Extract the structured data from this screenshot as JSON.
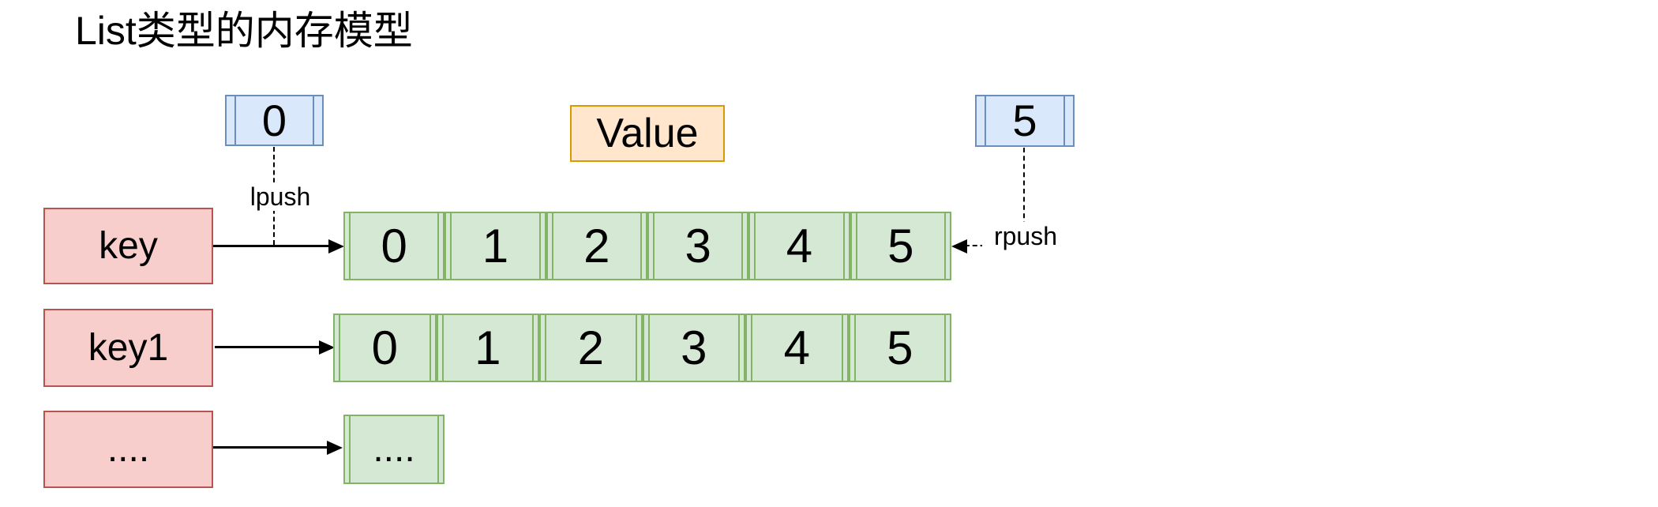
{
  "title": "List类型的内存模型",
  "value_label": "Value",
  "lpush": {
    "value": "0",
    "label": "lpush"
  },
  "rpush": {
    "value": "5",
    "label": "rpush"
  },
  "rows": [
    {
      "key": "key",
      "cells": [
        "0",
        "1",
        "2",
        "3",
        "4",
        "5"
      ]
    },
    {
      "key": "key1",
      "cells": [
        "0",
        "1",
        "2",
        "3",
        "4",
        "5"
      ]
    },
    {
      "key": "....",
      "cells": [
        "...."
      ]
    }
  ],
  "colors": {
    "key_fill": "#f8cecc",
    "key_stroke": "#b85450",
    "list_fill": "#d5e8d4",
    "list_stroke": "#82b366",
    "index_fill": "#dae8fc",
    "index_stroke": "#6c8ebf",
    "value_fill": "#ffe6cc",
    "value_stroke": "#d79b00",
    "line": "#000000",
    "background": "#ffffff"
  }
}
